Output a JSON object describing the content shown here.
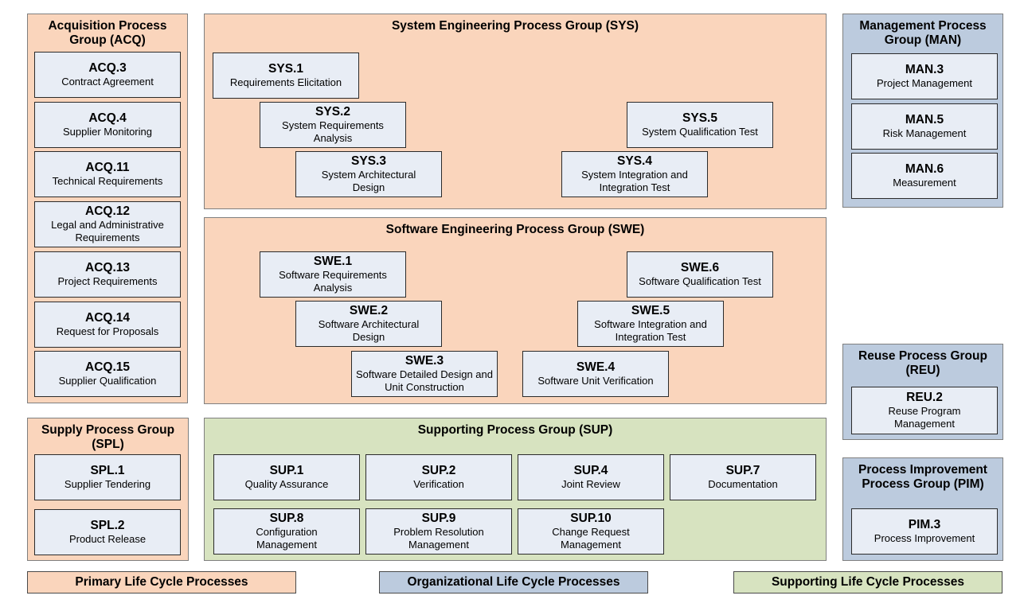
{
  "acq": {
    "title": "Acquisition Process Group (ACQ)",
    "items": [
      {
        "id": "ACQ.3",
        "name": "Contract Agreement"
      },
      {
        "id": "ACQ.4",
        "name": "Supplier Monitoring"
      },
      {
        "id": "ACQ.11",
        "name": "Technical Requirements"
      },
      {
        "id": "ACQ.12",
        "name": "Legal and Administrative Requirements"
      },
      {
        "id": "ACQ.13",
        "name": "Project Requirements"
      },
      {
        "id": "ACQ.14",
        "name": "Request for Proposals"
      },
      {
        "id": "ACQ.15",
        "name": "Supplier Qualification"
      }
    ]
  },
  "sys": {
    "title": "System Engineering Process Group (SYS)",
    "items": [
      {
        "id": "SYS.1",
        "name": "Requirements Elicitation"
      },
      {
        "id": "SYS.2",
        "name": "System Requirements Analysis"
      },
      {
        "id": "SYS.3",
        "name": "System Architectural Design"
      },
      {
        "id": "SYS.4",
        "name": "System Integration and Integration Test"
      },
      {
        "id": "SYS.5",
        "name": "System Qualification Test"
      }
    ]
  },
  "swe": {
    "title": "Software Engineering Process Group (SWE)",
    "items": [
      {
        "id": "SWE.1",
        "name": "Software Requirements Analysis"
      },
      {
        "id": "SWE.2",
        "name": "Software Architectural Design"
      },
      {
        "id": "SWE.3",
        "name": "Software Detailed Design and Unit Construction"
      },
      {
        "id": "SWE.4",
        "name": "Software Unit Verification"
      },
      {
        "id": "SWE.5",
        "name": "Software Integration and Integration Test"
      },
      {
        "id": "SWE.6",
        "name": "Software Qualification Test"
      }
    ]
  },
  "man": {
    "title": "Management Process Group (MAN)",
    "items": [
      {
        "id": "MAN.3",
        "name": "Project Management"
      },
      {
        "id": "MAN.5",
        "name": "Risk Management"
      },
      {
        "id": "MAN.6",
        "name": "Measurement"
      }
    ]
  },
  "spl": {
    "title": "Supply Process Group (SPL)",
    "items": [
      {
        "id": "SPL.1",
        "name": "Supplier Tendering"
      },
      {
        "id": "SPL.2",
        "name": "Product Release"
      }
    ]
  },
  "sup": {
    "title": "Supporting Process Group (SUP)",
    "items": [
      {
        "id": "SUP.1",
        "name": "Quality Assurance"
      },
      {
        "id": "SUP.2",
        "name": "Verification"
      },
      {
        "id": "SUP.4",
        "name": "Joint Review"
      },
      {
        "id": "SUP.7",
        "name": "Documentation"
      },
      {
        "id": "SUP.8",
        "name": "Configuration Management"
      },
      {
        "id": "SUP.9",
        "name": "Problem Resolution Management"
      },
      {
        "id": "SUP.10",
        "name": "Change Request Management"
      }
    ]
  },
  "reu": {
    "title": "Reuse Process Group (REU)",
    "items": [
      {
        "id": "REU.2",
        "name": "Reuse Program Management"
      }
    ]
  },
  "pim": {
    "title": "Process Improvement Process Group (PIM)",
    "items": [
      {
        "id": "PIM.3",
        "name": "Process Improvement"
      }
    ]
  },
  "legend": {
    "primary": "Primary Life Cycle Processes",
    "organizational": "Organizational Life Cycle Processes",
    "supporting": "Supporting Life Cycle Processes"
  },
  "colors": {
    "primary": "#fad5bc",
    "organizational": "#bccbde",
    "supporting": "#d7e3c0",
    "process_box": "#e8edf5"
  }
}
